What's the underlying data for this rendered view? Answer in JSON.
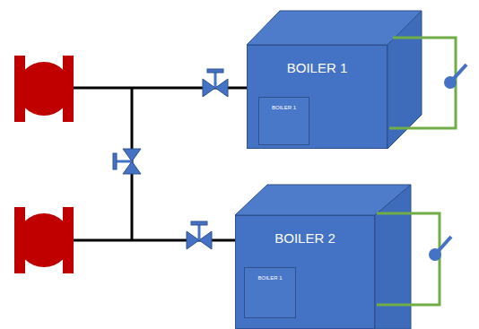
{
  "diagram": {
    "nodes": [
      {
        "text": [
          "BOILER 1"
        ]
      },
      {
        "text": [
          "BOILER 1"
        ],
        "in": 0
      },
      {
        "text": [
          "BOILER 2"
        ]
      },
      {
        "text": [
          "BOILER 1"
        ],
        "in": 2
      }
    ]
  }
}
